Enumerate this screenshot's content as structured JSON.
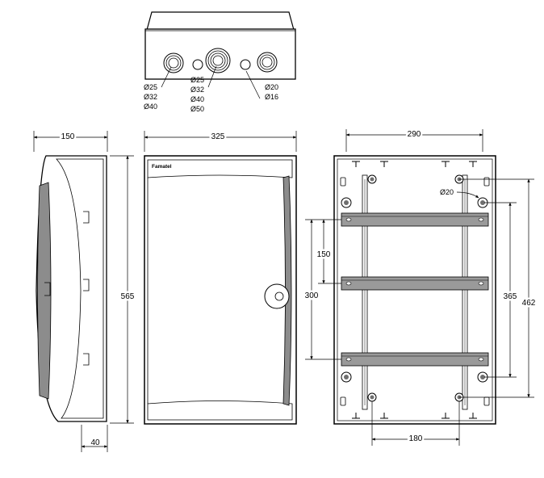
{
  "diagram": {
    "brand": "Famatel",
    "top_view": {
      "knockout_groups": [
        {
          "sizes": [
            "Ø25",
            "Ø32",
            "Ø40"
          ]
        },
        {
          "sizes": [
            "Ø25",
            "Ø32",
            "Ø40",
            "Ø50"
          ]
        },
        {
          "sizes": [
            "Ø20",
            "Ø16"
          ]
        }
      ]
    },
    "side_view": {
      "depth": "150",
      "height": "565",
      "door_offset": "40"
    },
    "front_view": {
      "width": "325"
    },
    "back_view": {
      "width": "290",
      "hole": "Ø20",
      "rail_spacing": "150",
      "rail_span": "300",
      "hole_spacing_vertical": "365",
      "height": "462",
      "hole_spacing_horizontal": "180"
    }
  }
}
